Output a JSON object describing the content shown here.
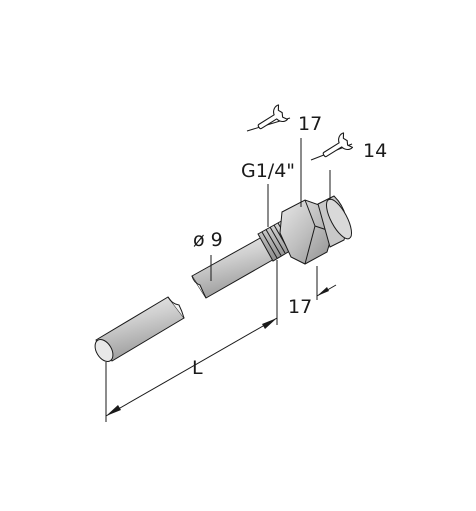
{
  "labels": {
    "wrench_size_hex": "17",
    "wrench_size_cap": "14",
    "thread": "G1/4\"",
    "diameter": "ø 9",
    "thread_length": "17",
    "length": "L"
  },
  "icons": {
    "wrench_hex": "wrench-icon",
    "wrench_cap": "wrench-icon"
  },
  "colors": {
    "line": "#1a1a1a",
    "body_light": "#e6e6e6",
    "body_mid": "#bdbdbd",
    "body_dark": "#8c8c8c"
  }
}
